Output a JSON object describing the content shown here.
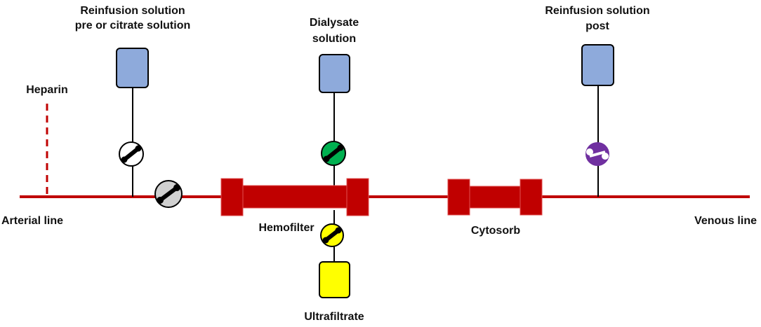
{
  "labels": {
    "reinfusion_pre_line1": "Reinfusion solution",
    "reinfusion_pre_line2": "pre or citrate solution",
    "dialysate_line1": "Dialysate",
    "dialysate_line2": "solution",
    "reinfusion_post_line1": "Reinfusion solution",
    "reinfusion_post_line2": "post",
    "heparin": "Heparin",
    "arterial_line": "Arterial line",
    "hemofilter": "Hemofilter",
    "cytosorb": "Cytosorb",
    "venous_line": "Venous line",
    "ultrafiltrate": "Ultrafiltrate"
  },
  "colors": {
    "blood_line": "#c00000",
    "bag_blue": "#8eaadb",
    "bag_yellow": "#ffff00",
    "pump_reinfusion_pre": "#ffffff",
    "pump_blood": "#d0d0d0",
    "pump_dialysate": "#00b050",
    "pump_ultrafiltrate": "#ffff00",
    "pump_reinfusion_post": "#7030a0"
  },
  "icons": {
    "pump": "roller-pump-icon",
    "bag": "fluid-bag-icon"
  }
}
